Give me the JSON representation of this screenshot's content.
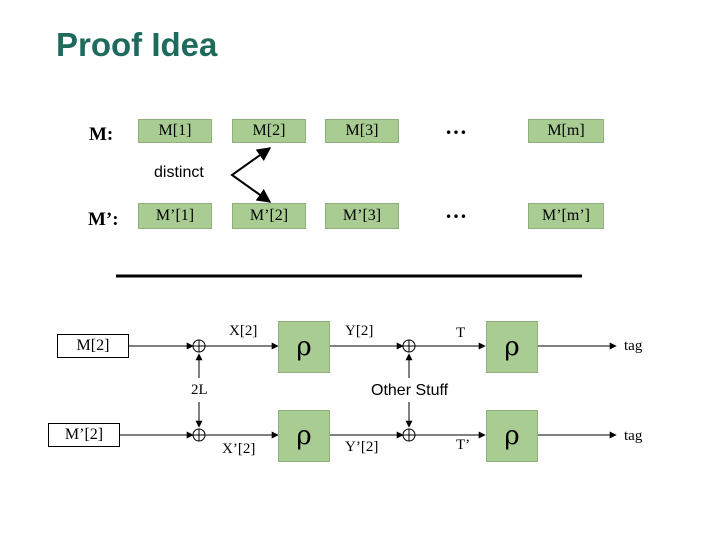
{
  "title": "Proof Idea",
  "row_m": {
    "label": "M:",
    "cells": [
      "M[1]",
      "M[2]",
      "M[3]",
      "M[m]"
    ],
    "ellipsis": "…"
  },
  "row_mp": {
    "label": "M’:",
    "cells": [
      "M’[1]",
      "M’[2]",
      "M’[3]",
      "M’[m’]"
    ],
    "ellipsis": "…"
  },
  "distinct_label": "distinct",
  "flow_top": {
    "input": "M[2]",
    "x_label": "X[2]",
    "y_label": "Y[2]",
    "t_label": "T",
    "rho": "ρ",
    "output": "tag"
  },
  "flow_bottom": {
    "input": "M’[2]",
    "x_label": "X’[2]",
    "y_label": "Y’[2]",
    "t_label": "T’",
    "rho": "ρ",
    "output": "tag"
  },
  "two_l_label": "2L",
  "other_stuff_label": "Other Stuff"
}
